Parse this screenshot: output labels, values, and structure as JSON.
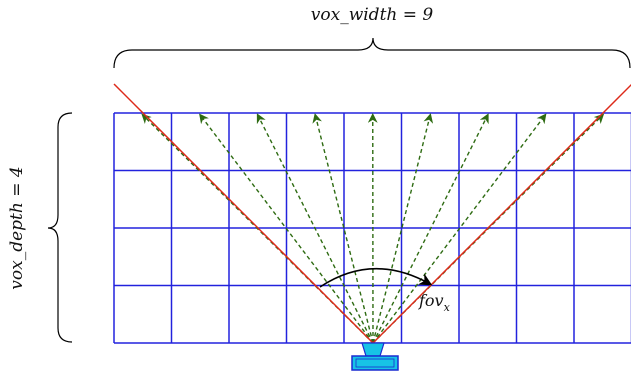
{
  "labels": {
    "width_label": "vox_width = 9",
    "depth_label": "vox_depth = 4",
    "fov_label": "fov",
    "fov_subscript": "x"
  },
  "grid": {
    "columns": 9,
    "rows": 4,
    "color": "#2222dd"
  },
  "colors": {
    "fov_boundary": "#dd2a1a",
    "rays": "#2e6b12",
    "brace": "#000000",
    "sensor": "#17c3e6",
    "sensor_outline": "#1a2bd0"
  },
  "ray_count": 9
}
